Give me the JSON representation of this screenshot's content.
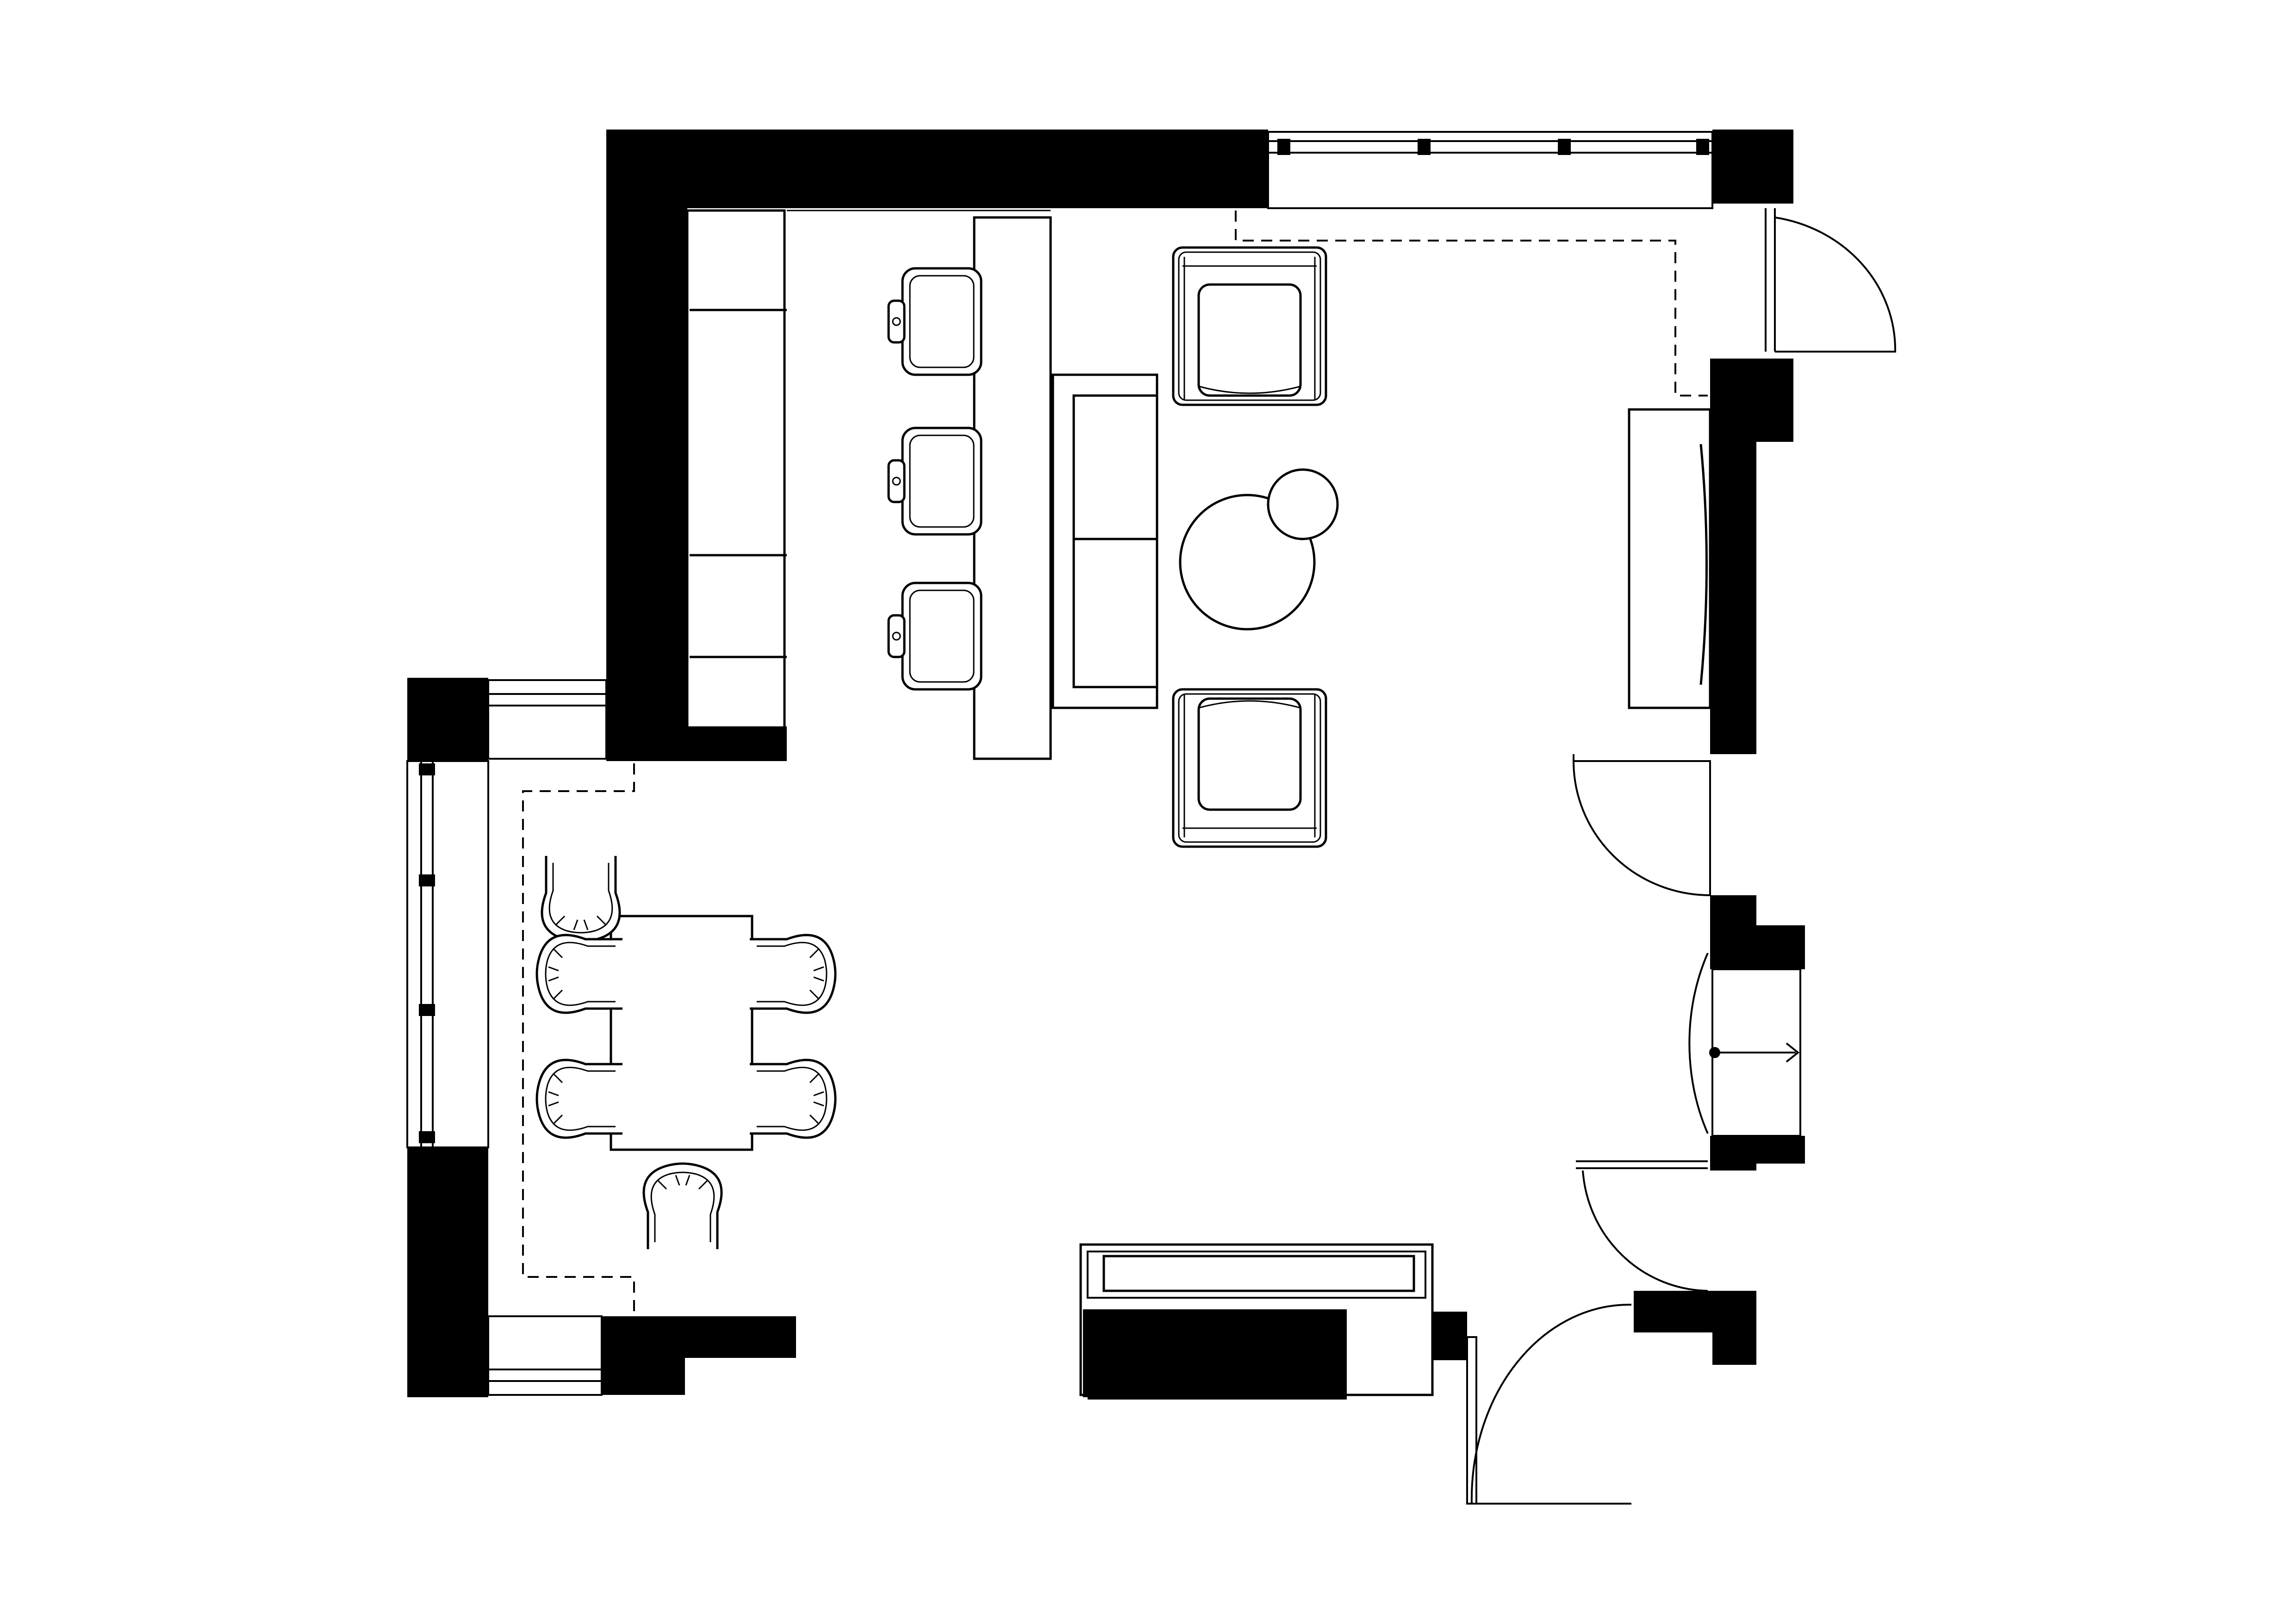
{
  "plan": {
    "colors": {
      "wall": "#000000",
      "line": "#000000",
      "background": "#ffffff"
    },
    "rooms": [
      "living-area",
      "bar-area",
      "dining-area"
    ],
    "icons": [
      "sofa-icon",
      "armchair-icon",
      "bar-stool-icon",
      "dining-chair-icon",
      "door-swing-icon",
      "window-icon",
      "coffee-table-icon"
    ]
  }
}
